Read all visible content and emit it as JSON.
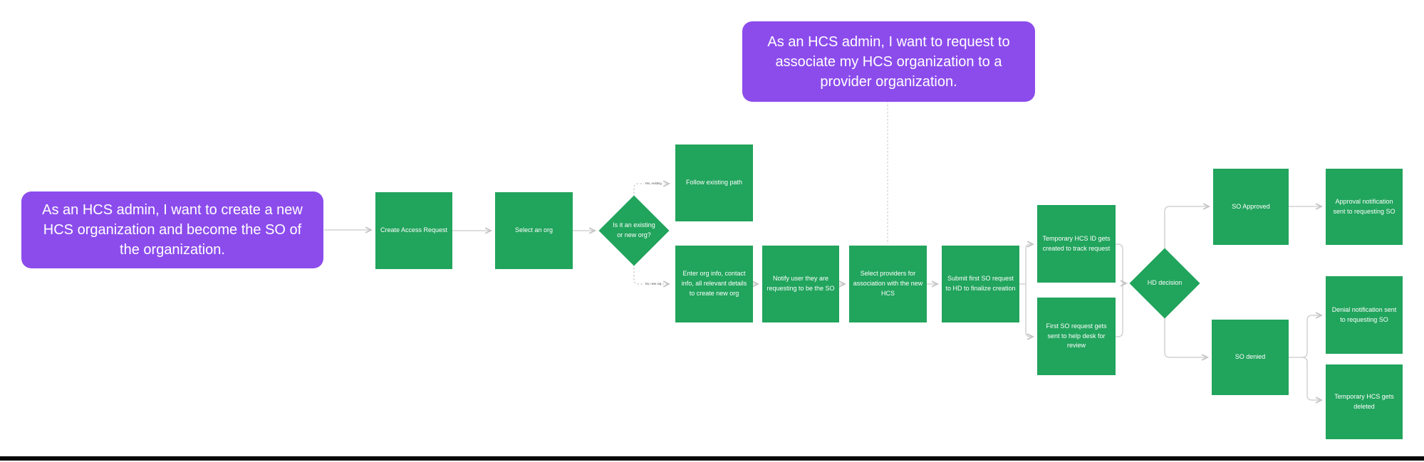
{
  "colors": {
    "node_green": "#21A45C",
    "note_purple": "#8C4CEC",
    "connector_gray": "#D2D2D2",
    "text_white": "#FFFFFF"
  },
  "notes": {
    "create_org": {
      "text": "As an HCS admin, I want to create a new HCS organization and become the SO of the organization."
    },
    "associate_org": {
      "text": "As an HCS admin, I want to request to associate my HCS organization to a provider organization."
    }
  },
  "nodes": {
    "create_access": {
      "label": "Create Access Request"
    },
    "select_org": {
      "label": "Select an org"
    },
    "org_decision": {
      "label": "Is it an existing or new org?"
    },
    "follow_existing": {
      "label": "Follow existing path"
    },
    "enter_org_info": {
      "label": "Enter org info, contact info, all relevant details to create new org"
    },
    "notify_user": {
      "label": "Notify user they are requesting to be the SO"
    },
    "select_providers": {
      "label": "Select providers for association with the new HCS"
    },
    "submit_first_so": {
      "label": "Submit first SO request to HD to finalize creation"
    },
    "temp_hcs_id": {
      "label": "Temporary HCS ID gets created to track request"
    },
    "first_so_review": {
      "label": "First SO request gets sent to help desk for review"
    },
    "hd_decision": {
      "label": "HD decision"
    },
    "so_approved": {
      "label": "SO Approved"
    },
    "approval_notification": {
      "label": "Approval notification sent to requesting SO"
    },
    "so_denied": {
      "label": "SO denied"
    },
    "denial_notification": {
      "label": "Denial notification sent to requesting SO"
    },
    "temp_hcs_deleted": {
      "label": "Temporary HCS gets deleted"
    }
  },
  "edge_labels": {
    "existing_branch": "Yes, existing",
    "new_branch": "No, new org"
  }
}
